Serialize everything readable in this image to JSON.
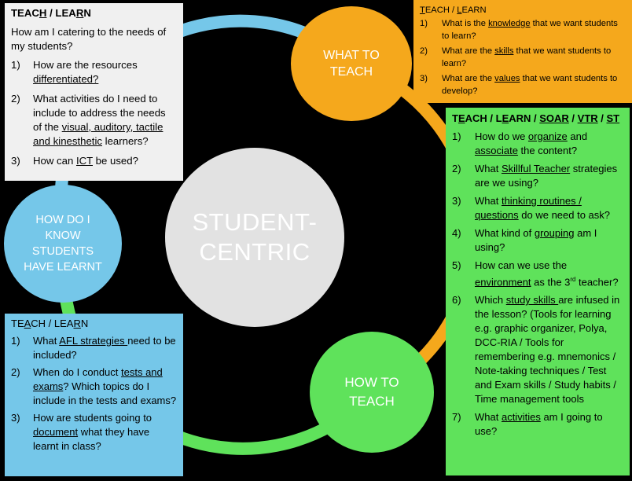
{
  "circles": {
    "center": "STUDENT-\nCENTRIC",
    "what_to_teach": "WHAT TO\nTEACH",
    "how_to_teach": "HOW TO\nTEACH",
    "how_do_i_know": "HOW DO I\nKNOW\nSTUDENTS\nHAVE LEARNT"
  },
  "box_top_left": {
    "header": "TEACH / LEARN",
    "intro": "How am I catering to the needs of my students?",
    "items": [
      {
        "num": "1)",
        "text": "How are the resources differentiated?"
      },
      {
        "num": "2)",
        "text": "What activities do I need to include to address the needs of the visual, auditory, tactile and kinesthetic learners?"
      },
      {
        "num": "3)",
        "text": "How can ICT be used?"
      }
    ]
  },
  "box_top_right": {
    "header": "TEACH / LEARN",
    "items": [
      {
        "num": "1)",
        "text": "What is the knowledge that we want students to learn?"
      },
      {
        "num": "2)",
        "text": "What are the skills that we want students to learn?"
      },
      {
        "num": "3)",
        "text": "What are the values that we want students to develop?"
      }
    ]
  },
  "box_right": {
    "header": "TEACH / LEARN / SOAR / VTR / ST",
    "items": [
      {
        "num": "1)",
        "text": "How do we organize and associate the content?"
      },
      {
        "num": "2)",
        "text": "What Skillful Teacher strategies are we using?"
      },
      {
        "num": "3)",
        "text": "What thinking routines / questions do we need to ask?"
      },
      {
        "num": "4)",
        "text": "What kind of grouping am I using?"
      },
      {
        "num": "5)",
        "text": "How can we use the environment as the 3rd teacher?"
      },
      {
        "num": "6)",
        "text": "Which study skills are infused in the lesson? (Tools for learning e.g. graphic organizer, Polya, DCC-RIA / Tools for remembering e.g. mnemonics / Note-taking techniques / Test and Exam skills / Study habits / Time management tools"
      },
      {
        "num": "7)",
        "text": "What activities am I going to use?"
      }
    ]
  },
  "box_bottom_left": {
    "header": "TEACH / LEARN",
    "items": [
      {
        "num": "1)",
        "text": "What AFL strategies need to be included?"
      },
      {
        "num": "2)",
        "text": "When do I conduct tests and exams? Which topics do I include in the tests and exams?"
      },
      {
        "num": "3)",
        "text": "How are students going to document what they have learnt in class?"
      }
    ]
  },
  "colors": {
    "background": "#000000",
    "orange": "#f5a81c",
    "green": "#5fe25b",
    "blue": "#75c7e9",
    "grey_center": "#e2e2e2",
    "white_box": "#f0f0f0"
  }
}
